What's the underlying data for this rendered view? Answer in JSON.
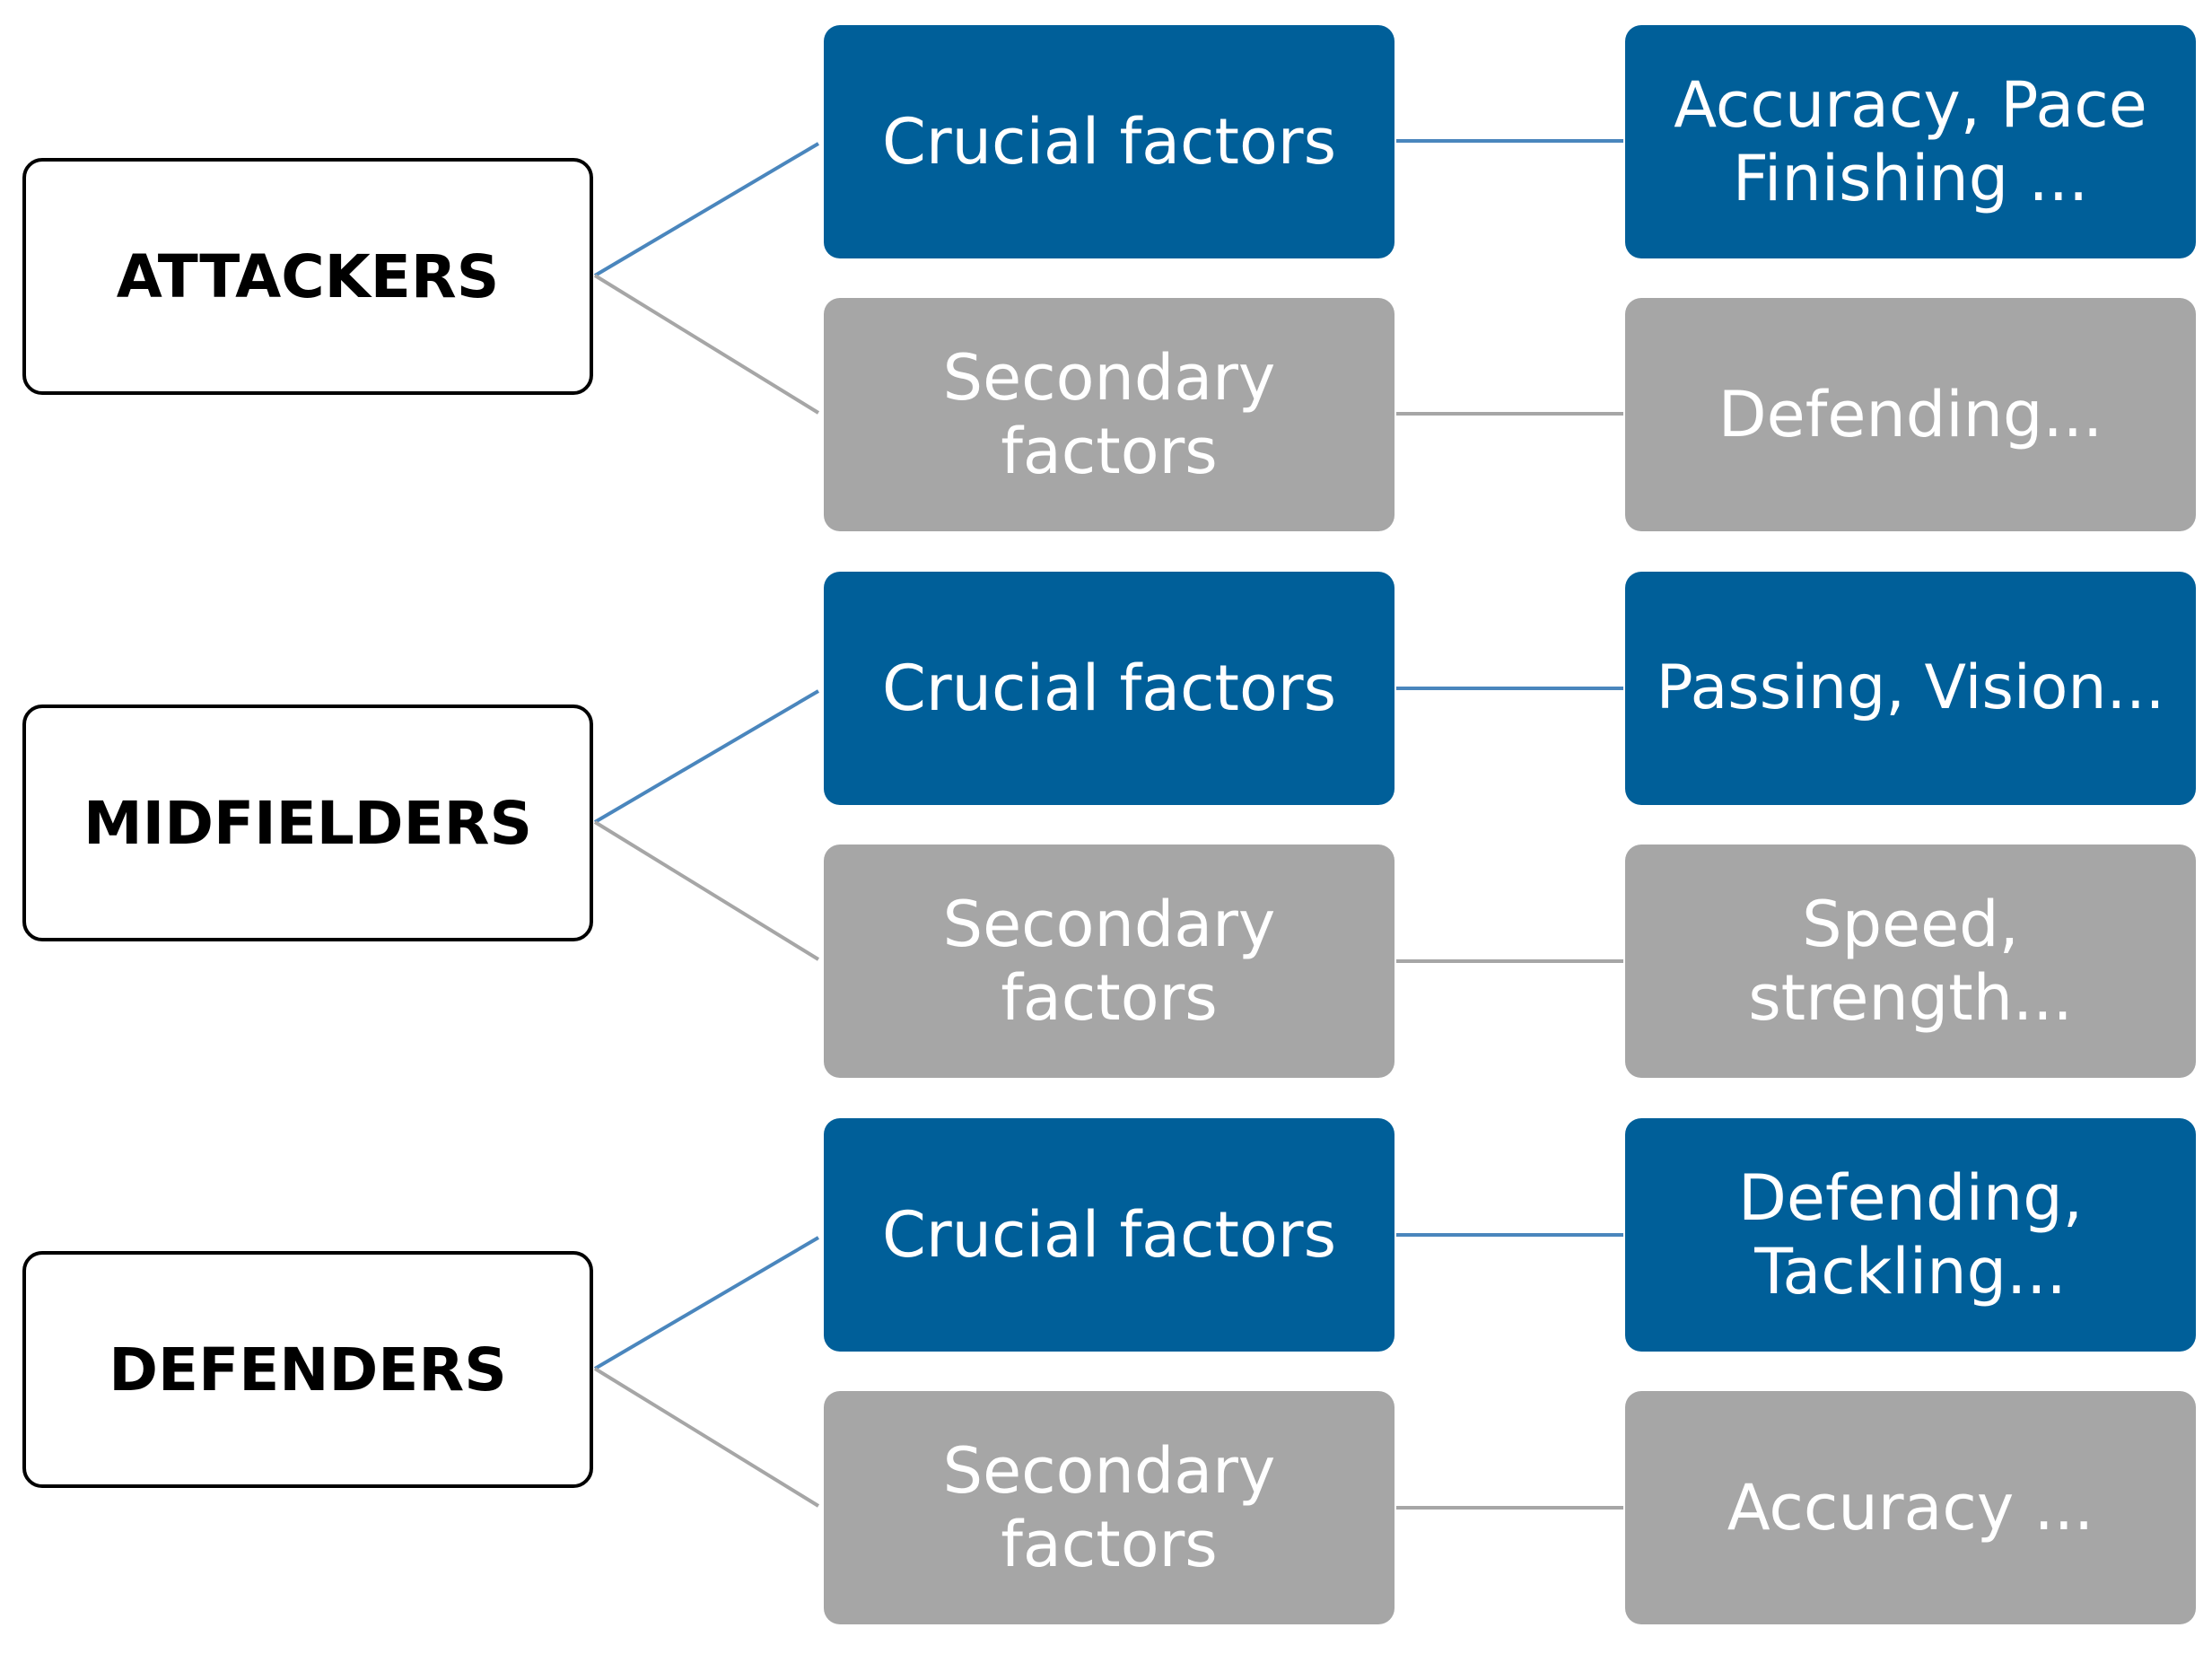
{
  "colors": {
    "crucial": "#005f99",
    "secondary": "#a6a6a6",
    "crucial_line": "#4a86bd",
    "secondary_line": "#a6a6a6",
    "group_border": "#000000"
  },
  "groups": [
    {
      "label": "ATTACKERS",
      "crucial": {
        "label": "Crucial factors",
        "detail": "Accuracy, Pace\nFinishing ..."
      },
      "secondary": {
        "label": "Secondary\nfactors",
        "detail": "Defending..."
      }
    },
    {
      "label": "MIDFIELDERS",
      "crucial": {
        "label": "Crucial factors",
        "detail": "Passing, Vision..."
      },
      "secondary": {
        "label": "Secondary\nfactors",
        "detail": "Speed,\nstrength..."
      }
    },
    {
      "label": "DEFENDERS",
      "crucial": {
        "label": "Crucial factors",
        "detail": "Defending,\nTackling..."
      },
      "secondary": {
        "label": "Secondary\nfactors",
        "detail": "Accuracy ..."
      }
    }
  ]
}
